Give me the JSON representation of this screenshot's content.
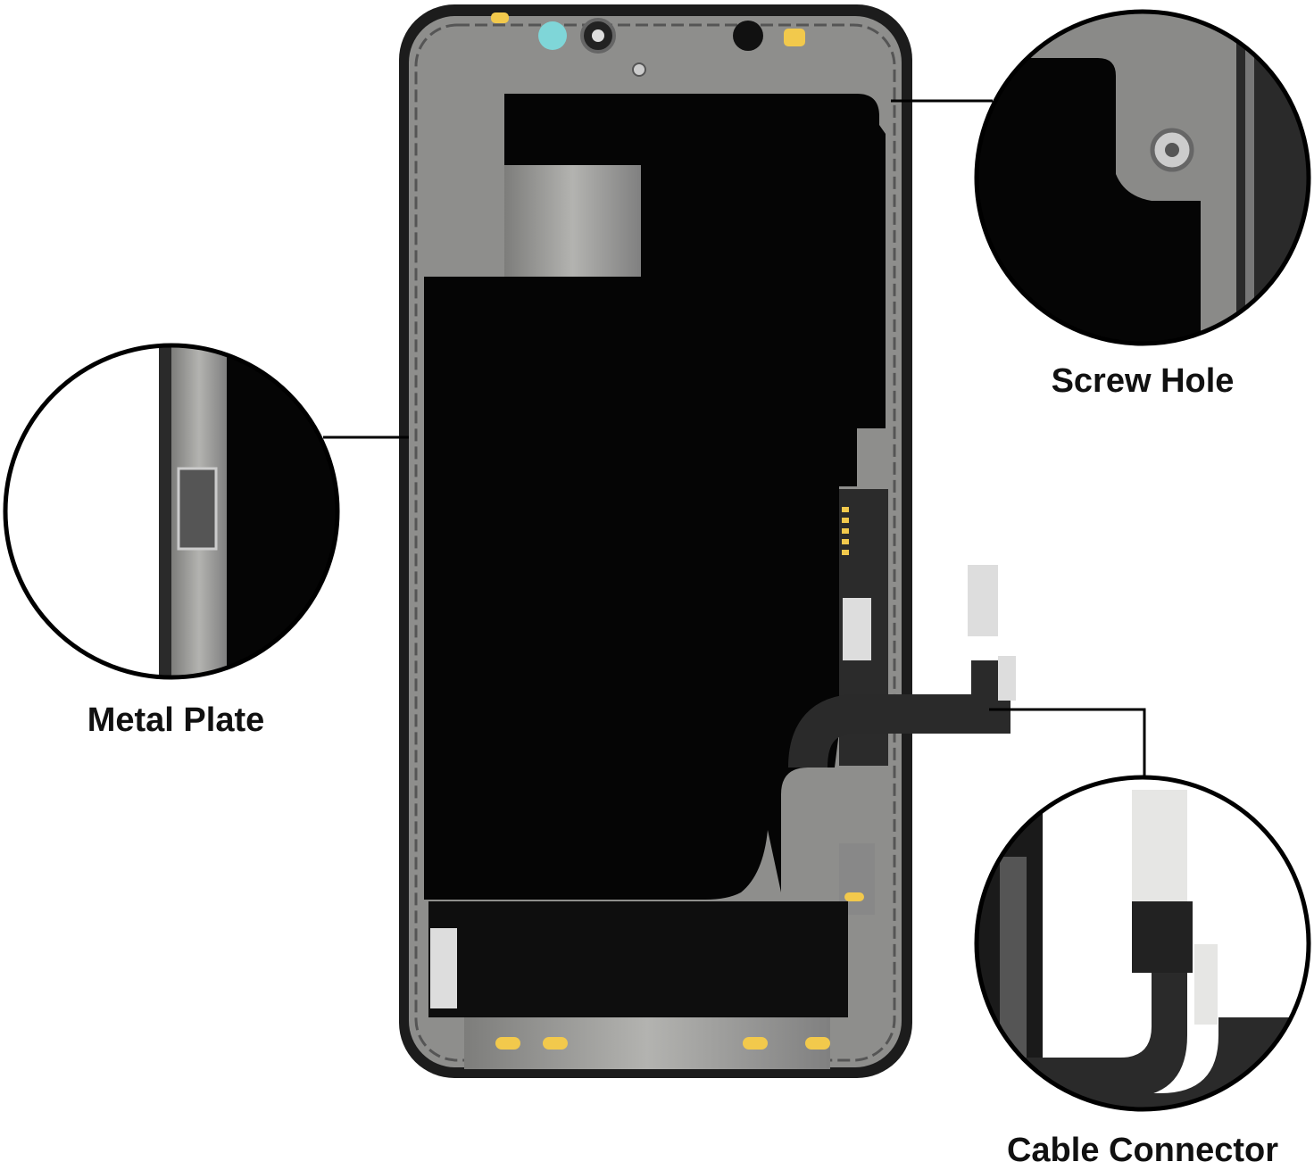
{
  "callouts": {
    "screw_hole": "Screw Hole",
    "metal_plate": "Metal Plate",
    "cable_connector": "Cable Connector"
  },
  "colors": {
    "frame": "#1a1a1a",
    "metal": "#9a9a98",
    "screen": "#050505",
    "pad": "#f2c94c",
    "sensor": "#7fd6d8"
  }
}
